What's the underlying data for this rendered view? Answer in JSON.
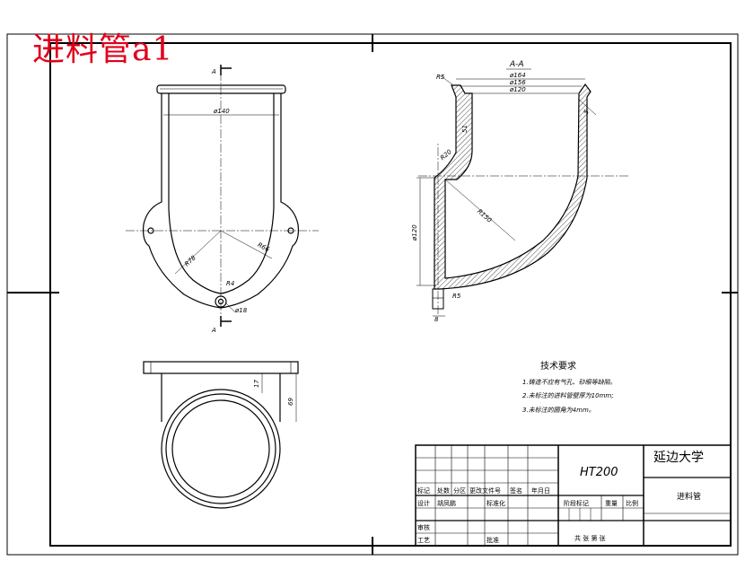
{
  "title": "进料管a1",
  "section_labels": {
    "cut_a": "A",
    "section_name": "A-A"
  },
  "front_dims": {
    "phi140": "ø140",
    "r78": "R78",
    "r66": "R66",
    "r4": "R4",
    "phi18": "ø18"
  },
  "section_dims": {
    "r5_top": "R5",
    "phi164": "ø164",
    "phi156": "ø156",
    "phi120": "ø120",
    "r20": "R20",
    "r150": "R150",
    "phi120_side": "ø120",
    "r5_bottom": "R5",
    "dim_51": "51",
    "dim_5": "5",
    "dim_8": "8"
  },
  "top_dims": {
    "dim_17": "17",
    "dim_69": "69"
  },
  "notes": {
    "heading": "技术要求",
    "items": [
      "1.铸造不应有气孔、砂眼等缺陷。",
      "2.未标注的进料管壁厚为10mm;",
      "3.未标注的圆角为4mm。"
    ]
  },
  "title_block": {
    "material": "HT200",
    "school": "延边大学",
    "part_name": "进料管",
    "headers": [
      "标记",
      "处数",
      "分区",
      "更改文件号",
      "签名",
      "年月日"
    ],
    "design": "设计",
    "designer": "胡凤鹏",
    "standardize": "标准化",
    "check": "审核",
    "process": "工艺",
    "approve": "批准",
    "stage_mark": "阶段标记",
    "weight": "重量",
    "scale": "比例",
    "sheet_info": "共  张 第  张"
  }
}
